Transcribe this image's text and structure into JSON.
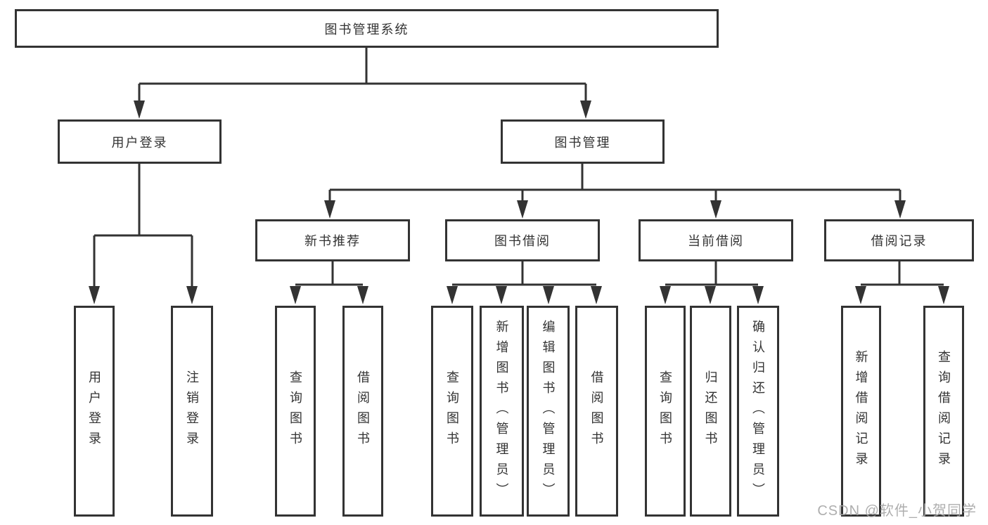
{
  "tree": {
    "root": {
      "label": "图书管理系统"
    },
    "level2": [
      {
        "label": "用户登录",
        "children": [
          {
            "label": "用户登录"
          },
          {
            "label": "注销登录"
          }
        ]
      },
      {
        "label": "图书管理",
        "children": [
          {
            "label": "新书推荐",
            "children": [
              {
                "label": "查询图书"
              },
              {
                "label": "借阅图书"
              }
            ]
          },
          {
            "label": "图书借阅",
            "children": [
              {
                "label": "查询图书"
              },
              {
                "label": "新增图书（管理员）"
              },
              {
                "label": "编辑图书（管理员）"
              },
              {
                "label": "借阅图书"
              }
            ]
          },
          {
            "label": "当前借阅",
            "children": [
              {
                "label": "查询图书"
              },
              {
                "label": "归还图书"
              },
              {
                "label": "确认归还（管理员）"
              }
            ]
          },
          {
            "label": "借阅记录",
            "children": [
              {
                "label": "新增借阅记录"
              },
              {
                "label": "查询借阅记录"
              }
            ]
          }
        ]
      }
    ]
  },
  "watermark": {
    "text": "CSDN @软件_小贺同学"
  },
  "colors": {
    "background": "#ffffff",
    "box_border": "#333333",
    "line": "#333333",
    "text": "#333333",
    "watermark": "#a8a8a8"
  }
}
